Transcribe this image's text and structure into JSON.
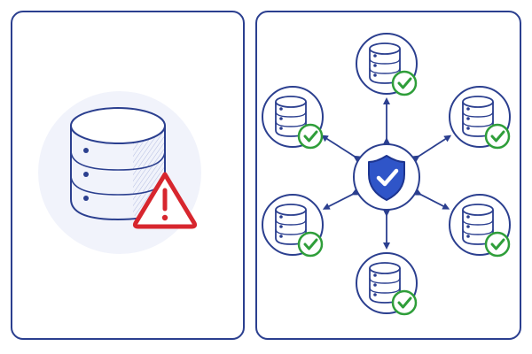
{
  "panels": {
    "left": {
      "role": "single-database-with-warning"
    },
    "right": {
      "role": "distributed-databases-secured"
    }
  },
  "colors": {
    "ink": "#2b3f8f",
    "warning": "#d7262e",
    "check": "#2f9e3a",
    "shield": "#2f55c8"
  },
  "nodes": [
    {
      "id": "db-top",
      "status": "verified"
    },
    {
      "id": "db-upper-left",
      "status": "verified"
    },
    {
      "id": "db-upper-right",
      "status": "verified"
    },
    {
      "id": "db-lower-left",
      "status": "verified"
    },
    {
      "id": "db-lower-right",
      "status": "verified"
    },
    {
      "id": "db-bottom",
      "status": "verified"
    }
  ],
  "hub": {
    "icon": "shield-check-icon"
  },
  "left_icons": {
    "database": "database-icon",
    "alert": "warning-triangle-icon"
  }
}
